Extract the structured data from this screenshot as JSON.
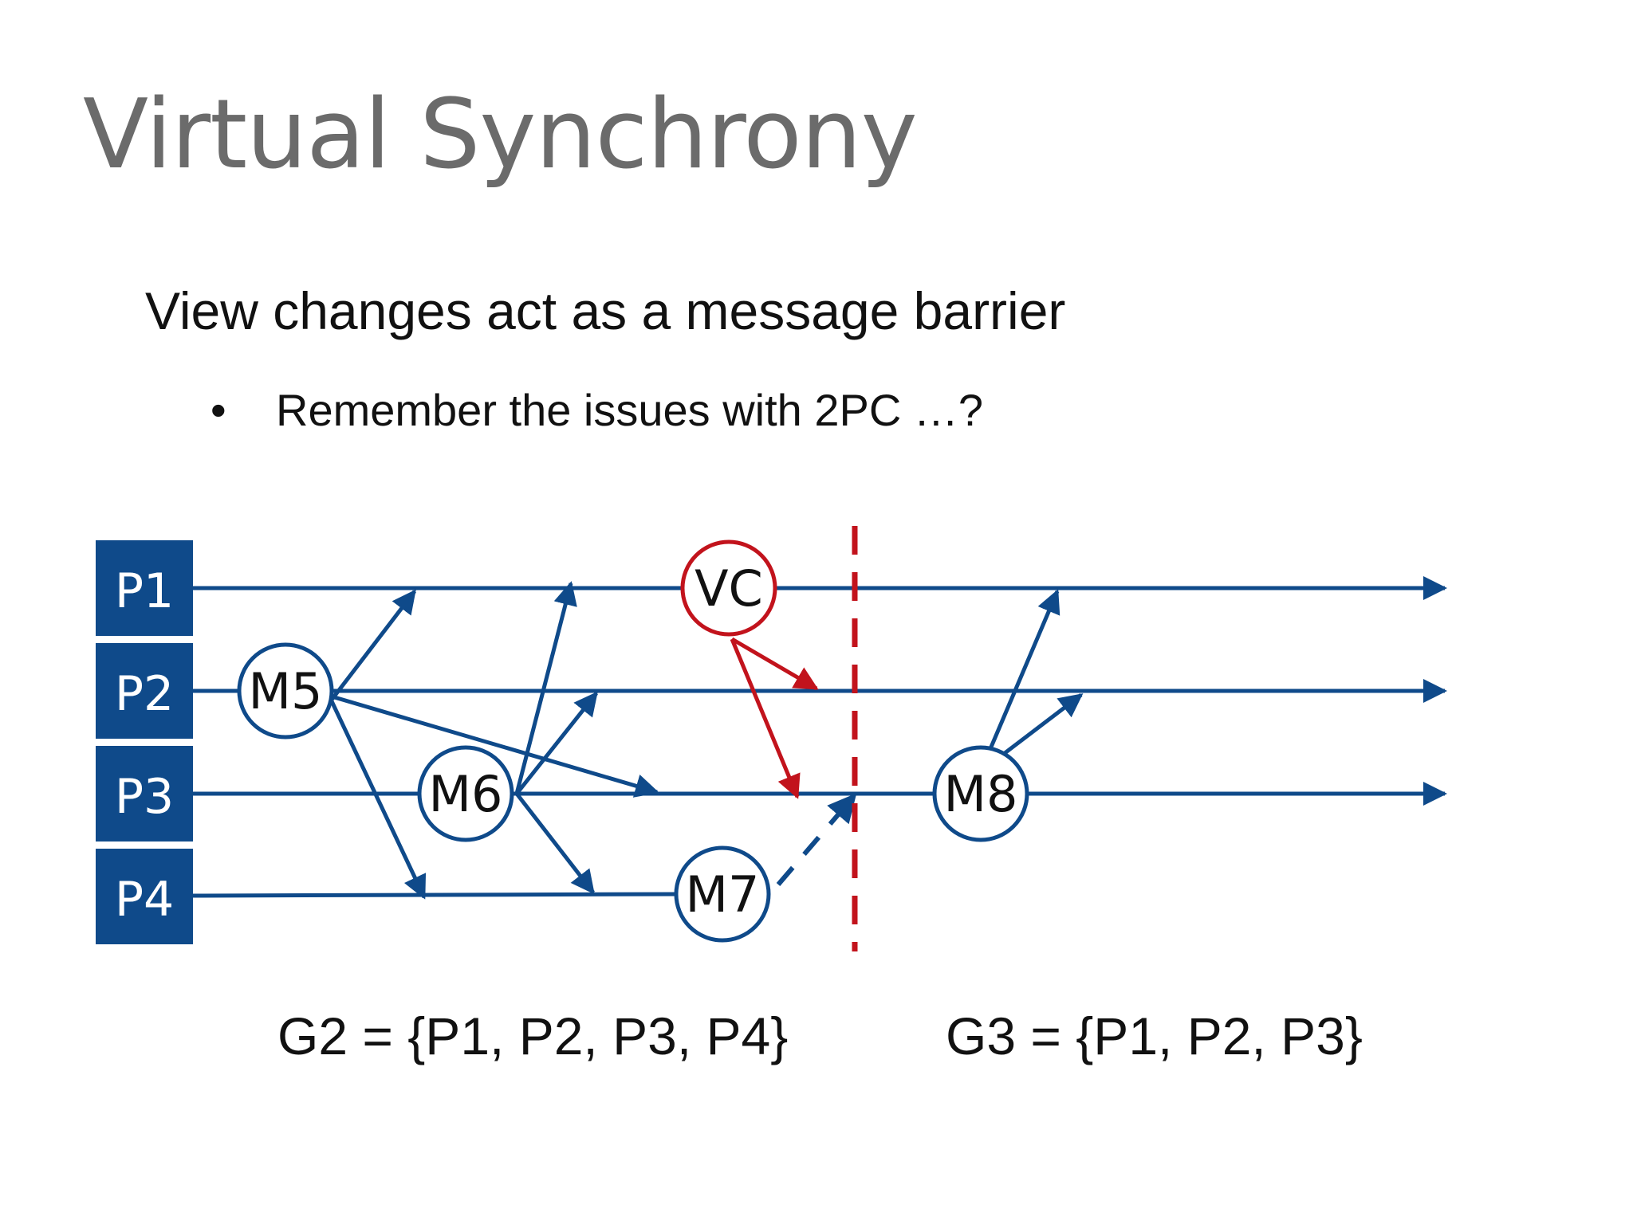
{
  "slide": {
    "title": "Virtual Synchrony",
    "subtitle": "View changes act as a message barrier",
    "bullets": [
      {
        "marker": "•",
        "text": "Remember the issues with 2PC …?"
      }
    ]
  },
  "diagram": {
    "colors": {
      "process": "#0f4a8a",
      "view_change": "#c2131c"
    },
    "processes": [
      {
        "id": "P1",
        "label": "P1"
      },
      {
        "id": "P2",
        "label": "P2"
      },
      {
        "id": "P3",
        "label": "P3"
      },
      {
        "id": "P4",
        "label": "P4"
      }
    ],
    "messages": [
      {
        "id": "M5",
        "label": "M5",
        "sender": "P2"
      },
      {
        "id": "M6",
        "label": "M6",
        "sender": "P3"
      },
      {
        "id": "M7",
        "label": "M7",
        "sender": "P4"
      },
      {
        "id": "VC",
        "label": "VC",
        "sender": "P1"
      },
      {
        "id": "M8",
        "label": "M8",
        "sender": "P3"
      }
    ],
    "groups": [
      {
        "id": "G2",
        "label": "G2 = {P1, P2, P3, P4}"
      },
      {
        "id": "G3",
        "label": "G3 = {P1, P2, P3}"
      }
    ]
  }
}
